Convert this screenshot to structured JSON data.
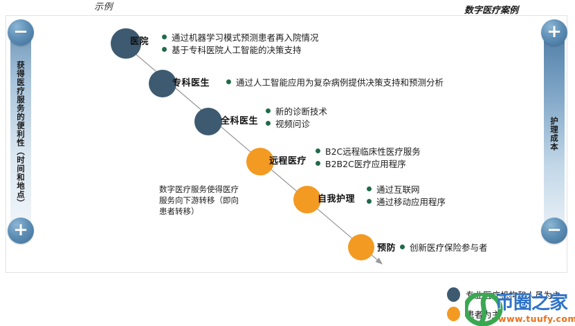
{
  "titles": {
    "left": "示例",
    "right": "数字医疗案例"
  },
  "axes": {
    "left": {
      "label": "获得医疗服务的便利性（时间和地点）",
      "top_sign": "−",
      "bottom_sign": "+"
    },
    "right": {
      "label": "护理成本",
      "top_sign": "+",
      "bottom_sign": "−"
    }
  },
  "stages": [
    {
      "name": "医院",
      "color": "#3d5a70",
      "type": "blue",
      "bullets": [
        "通过机器学习模式预测患者再入院情况",
        "基于专科医院人工智能的决策支持"
      ]
    },
    {
      "name": "专科医生",
      "color": "#3d5a70",
      "type": "blue",
      "bullets": [
        "通过人工智能应用为复杂病例提供决策支持和预测分析"
      ]
    },
    {
      "name": "全科医生",
      "color": "#3d5a70",
      "type": "blue",
      "bullets": [
        "新的诊断技术",
        "视频问诊"
      ]
    },
    {
      "name": "远程医疗",
      "color": "#f39a22",
      "type": "orange",
      "bullets": [
        "B2C远程临床性医疗服务",
        "B2B2C医疗应用程序"
      ]
    },
    {
      "name": "自我护理",
      "color": "#f39a22",
      "type": "orange",
      "bullets": [
        "通过互联网",
        "通过移动应用程序"
      ]
    },
    {
      "name": "预防",
      "color": "#f39a22",
      "type": "orange",
      "bullets": [
        "创新医疗保险参与者"
      ]
    }
  ],
  "note": "数字医疗服务使得医疗服务向下游转移（即向患者转移）",
  "legend": [
    {
      "label": "专业医疗机构和人员为主",
      "color": "#3d5a70"
    },
    {
      "label": "患者为主",
      "color": "#f39a22"
    }
  ],
  "watermark": {
    "brand": "币圈之家",
    "url": "www.tuufy.com"
  },
  "colors": {
    "blue_node": "#3d5a70",
    "orange_node": "#f39a22",
    "bullet_green": "#1f6b4a",
    "arrow_gray": "#9a9a9a",
    "axis_blue": "#4f7ca6"
  }
}
